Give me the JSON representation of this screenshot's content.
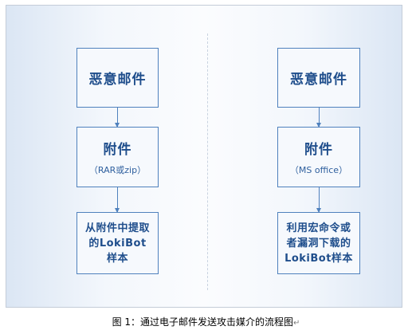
{
  "left_flow": {
    "step1": "恶意邮件",
    "step2_title": "附件",
    "step2_sub": "（RAR或zip）",
    "step3_lines": [
      "从附件中提取",
      "的LokiBot",
      "样本"
    ]
  },
  "right_flow": {
    "step1": "恶意邮件",
    "step2_title": "附件",
    "step2_sub": "（MS office）",
    "step3_lines": [
      "利用宏命令或",
      "者漏洞下载的",
      "LokiBot样本"
    ]
  },
  "caption": {
    "text": "图 1：通过电子邮件发送攻击媒介的流程图",
    "mark": "↵"
  },
  "colors": {
    "box_border": "#4f81bd",
    "box_text": "#1f4e8c",
    "panel_border": "#c4ccd8"
  }
}
